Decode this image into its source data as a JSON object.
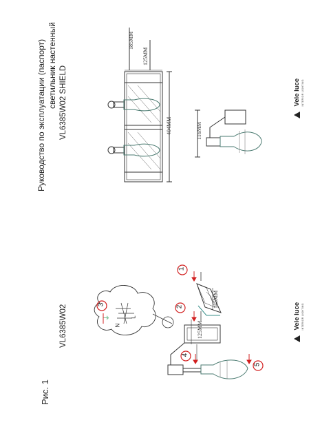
{
  "document": {
    "title_line1": "Руководство по эксплуатации (паспорт)",
    "title_line2": "светильник настенный",
    "model_top": "VL6385W02 SHIELD",
    "model_bottom": "VL6385W02",
    "figure_label": "Рис. 1"
  },
  "dimensions": {
    "height": "185MM",
    "depth_top": "125MM",
    "width": "404MM",
    "side_depth": "116MM",
    "plate_len": "145MM",
    "plate_depth": "125MM"
  },
  "brand": {
    "name": "Vele luce",
    "tagline": "INTERIOR LIGHTING"
  },
  "steps": {
    "s1": "1",
    "s2": "2",
    "s3": "3",
    "s4": "4",
    "s5": "5"
  },
  "wire_labels": {
    "L": "L",
    "N": "N",
    "earth": "⏚"
  },
  "colors": {
    "line": "#333333",
    "accent_red": "#d22020",
    "accent_green": "#2a9a50",
    "accent_teal": "#3a8f8a"
  }
}
